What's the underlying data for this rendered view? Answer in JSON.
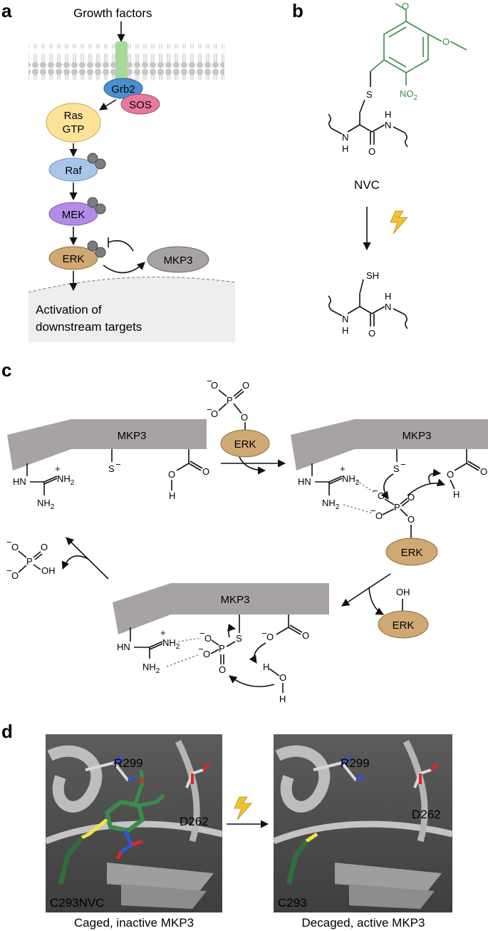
{
  "panels": {
    "a": "a",
    "b": "b",
    "c": "c",
    "d": "d"
  },
  "panel_a": {
    "growth_factors": "Growth factors",
    "grb2": "Grb2",
    "sos": "SOS",
    "ras_line1": "Ras",
    "ras_line2": "GTP",
    "raf": "Raf",
    "mek": "MEK",
    "erk": "ERK",
    "mkp3": "MKP3",
    "activation_line1": "Activation of",
    "activation_line2": "downstream targets"
  },
  "panel_b": {
    "nvc_label": "NVC",
    "atoms": {
      "S": "S",
      "SH": "SH",
      "H": "H",
      "N": "N",
      "O": "O",
      "NO2": "NO",
      "sub2": "2"
    }
  },
  "panel_c": {
    "mkp3": "MKP3",
    "erk": "ERK",
    "atoms": {
      "NH2": "NH",
      "sub2": "2",
      "HN": "HN",
      "plus": "+",
      "minus": "−",
      "S": "S",
      "O": "O",
      "H": "H",
      "P": "P",
      "OH": "OH",
      "Sminus": "S"
    }
  },
  "panel_d": {
    "left": {
      "r299": "R299",
      "d262": "D262",
      "cys": "C293NVC",
      "caption": "Caged, inactive MKP3"
    },
    "right": {
      "r299": "R299",
      "d262": "D262",
      "cys": "C293",
      "caption": "Decaged, active MKP3"
    }
  },
  "colors": {
    "grb2": "#4a8fd0",
    "sos": "#e6799f",
    "ras": "#fde39a",
    "raf": "#a9c6ea",
    "mek": "#b28ce6",
    "erk": "#cfa873",
    "mkp3": "#a7a3a3",
    "membrane_protein": "#a8d99b",
    "lipid": "#c9c9c9",
    "cage_green": "#3a8c4a",
    "lightning": "#f2c12e"
  }
}
